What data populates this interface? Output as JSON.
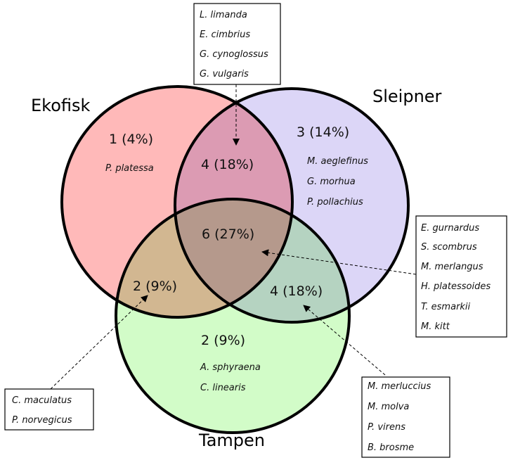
{
  "sets": {
    "ekofisk": {
      "label": "Ekofisk",
      "color": "#ffb9b9"
    },
    "sleipner": {
      "label": "Sleipner",
      "color": "#dcd6f7"
    },
    "tampen": {
      "label": "Tampen",
      "color": "#d2fcc8"
    }
  },
  "regions": {
    "ekofisk_only": {
      "count": "1 (4%)",
      "species": [
        "P. platessa"
      ]
    },
    "sleipner_only": {
      "count": "3 (14%)",
      "species": [
        "M. aeglefinus",
        "G. morhua",
        "P. pollachius"
      ]
    },
    "tampen_only": {
      "count": "2 (9%)",
      "species": [
        "A. sphyraena",
        "C. linearis"
      ]
    },
    "ekofisk_sleipner": {
      "count": "4 (18%)",
      "species": [
        "L. limanda",
        "E. cimbrius",
        "G. cynoglossus",
        "G. vulgaris"
      ]
    },
    "ekofisk_tampen": {
      "count": "2 (9%)",
      "species": [
        "C. maculatus",
        "P. norvegicus"
      ]
    },
    "sleipner_tampen": {
      "count": "4 (18%)",
      "species": [
        "M. merluccius",
        "M. molva",
        "P. virens",
        "B. brosme"
      ]
    },
    "all": {
      "count": "6 (27%)",
      "species": [
        "E. gurnardus",
        "S. scombrus",
        "M. merlangus",
        "H. platessoides",
        "T. esmarkii",
        "M. kitt"
      ]
    }
  }
}
